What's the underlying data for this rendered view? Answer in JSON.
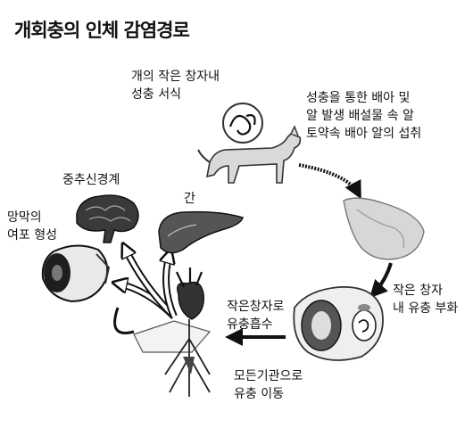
{
  "title": "개회충의 인체 감염경로",
  "labels": {
    "adult_in_dog": "개의 작은 창자내\n성충 서식",
    "eggs": "성충을 통한 배아 및\n알 발생 배설물 속 알\n토약속 배아 알의 섭취",
    "hatching": "작은 창자\n내 유충 부화",
    "absorption": "작은창자로\n유충흡수",
    "migration": "모든기관으로\n유충 이동",
    "cns": "중추신경계",
    "liver": "간",
    "eye": "망막의\n여포 형성"
  },
  "icons": {
    "worm": "roundworm-icon",
    "dog": "dog-icon",
    "intestine": "intestine-icon",
    "body": "human-organs-icon",
    "brain": "brain-icon",
    "liver": "liver-icon",
    "eye": "eye-icon"
  }
}
